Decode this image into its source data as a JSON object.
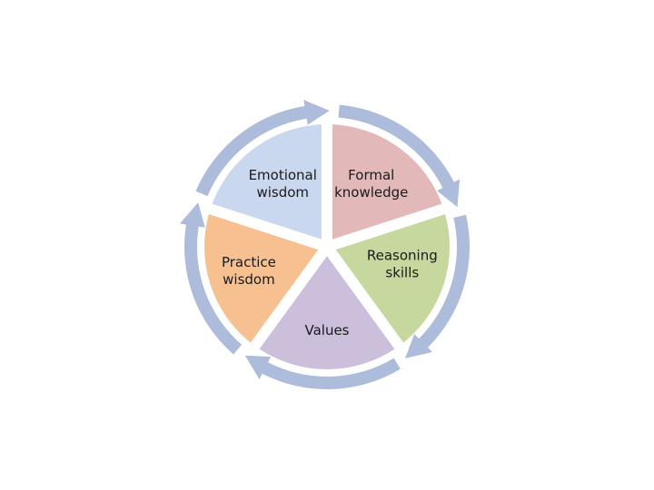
{
  "diagram": {
    "segments": [
      {
        "id": "emotional-wisdom",
        "label_lines": [
          "Emotional",
          "wisdom"
        ],
        "color": "#c9d8ee"
      },
      {
        "id": "formal-knowledge",
        "label_lines": [
          "Formal",
          "knowledge"
        ],
        "color": "#e3b8b8"
      },
      {
        "id": "reasoning-skills",
        "label_lines": [
          "Reasoning",
          "skills"
        ],
        "color": "#c7d89e"
      },
      {
        "id": "values",
        "label_lines": [
          "Values"
        ],
        "color": "#cbbfdc"
      },
      {
        "id": "practice-wisdom",
        "label_lines": [
          "Practice",
          "wisdom"
        ],
        "color": "#f6c091"
      }
    ],
    "arrow_color": "#aebcdb",
    "gap_color": "#ffffff"
  }
}
